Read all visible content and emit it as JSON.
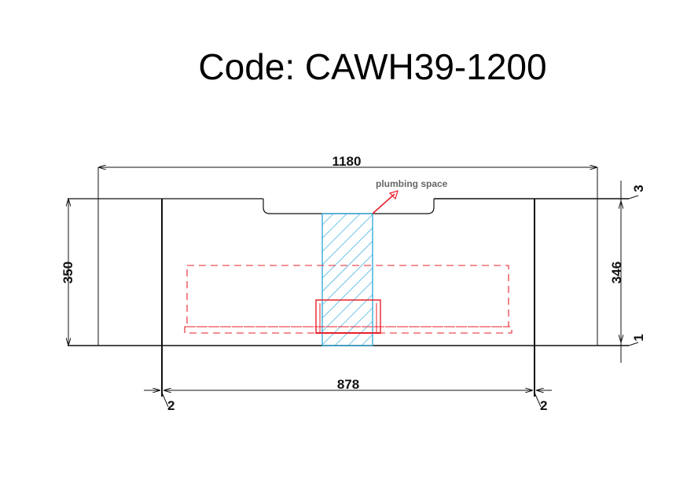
{
  "title": "Code: CAWH39-1200",
  "drawing": {
    "overall_width": "1180",
    "inner_width": "878",
    "overall_height": "350",
    "inner_height": "346",
    "top_gap": "3",
    "bottom_gap": "1",
    "left_gap": "2",
    "right_gap": "2",
    "annotation": "plumbing space"
  },
  "colors": {
    "outline": "#111111",
    "hatch": "#29a8dc",
    "hidden": "#e8202a",
    "note": "#666666"
  }
}
